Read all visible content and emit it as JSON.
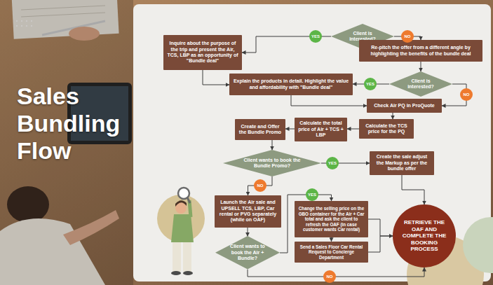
{
  "diagram": {
    "title": "Sales Bundling Flow",
    "nodes": [
      {
        "text": [
          "Client is interested?"
        ]
      },
      {
        "text": [
          "Inquire about the purpose of the trip and present the Air, TCS, LBP as an opportunity of \"Bundle deal\""
        ]
      },
      {
        "text": [
          "Re-pitch the offer from a different angle by highlighting the benefits of the bundle deal"
        ]
      },
      {
        "text": [
          "Client is interested?"
        ]
      },
      {
        "text": [
          "Explain the products in detail. Highlight the value and affordability with \"Bundle deal\""
        ]
      },
      {
        "text": [
          "Check Air PQ in ProQuote"
        ]
      },
      {
        "text": [
          "Calculate the TCS price for the PQ"
        ]
      },
      {
        "text": [
          "Calculate the total price of Air + TCS + LBP"
        ]
      },
      {
        "text": [
          "Create and Offer the Bundle Promo"
        ]
      },
      {
        "text": [
          "Client wants to book the Bundle Promo?"
        ]
      },
      {
        "text": [
          "Create the sale adjust the Markup as per the bundle offer"
        ]
      },
      {
        "text": [
          "Launch the Air sale and UPSELL TCS, LBP, Car rental or PVG separately (while on OAF)"
        ]
      },
      {
        "text": [
          "Client wants to book the Air + Bundle?"
        ]
      },
      {
        "text": [
          "Change the selling price on the GBO container for the Air + Car total and ask the client to refresh the OAF (in case customer wants Car rental)"
        ]
      },
      {
        "text": [
          "Send a Sales Floor Car Rental Request to Concierge Department"
        ]
      },
      {
        "text": [
          "RETRIEVE THE OAF AND COMPLETE THE BOOKING PROCESS"
        ]
      }
    ],
    "edges": [
      {
        "from": 0,
        "to": 1,
        "label": "YES",
        "arrow": "to"
      },
      {
        "from": 0,
        "to": 2,
        "label": "NO",
        "arrow": "to"
      },
      {
        "from": 1,
        "to": 4,
        "arrow": "to"
      },
      {
        "from": 2,
        "to": 3,
        "arrow": "to"
      },
      {
        "from": 3,
        "to": 4,
        "label": "YES",
        "arrow": "to"
      },
      {
        "from": 3,
        "to": 5,
        "label": "NO",
        "arrow": "to"
      },
      {
        "from": 4,
        "to": 5,
        "arrow": "to"
      },
      {
        "from": 5,
        "to": 6,
        "arrow": "to"
      },
      {
        "from": 6,
        "to": 7,
        "arrow": "to"
      },
      {
        "from": 7,
        "to": 8,
        "arrow": "to"
      },
      {
        "from": 8,
        "to": 9,
        "arrow": "to"
      },
      {
        "from": 9,
        "to": 10,
        "label": "YES",
        "arrow": "to"
      },
      {
        "from": 9,
        "to": 11,
        "label": "NO",
        "arrow": "to"
      },
      {
        "from": 10,
        "to": 15,
        "arrow": "to"
      },
      {
        "from": 11,
        "to": 12,
        "arrow": "to"
      },
      {
        "from": 12,
        "to": 13,
        "label": "YES",
        "arrow": "to"
      },
      {
        "from": 13,
        "to": 14,
        "arrow": "to"
      },
      {
        "from": 13,
        "to": 15,
        "arrow": "to"
      },
      {
        "from": 14,
        "to": 15,
        "arrow": "to"
      },
      {
        "from": 12,
        "to": 15,
        "label": "NO",
        "arrow": "to"
      }
    ]
  }
}
